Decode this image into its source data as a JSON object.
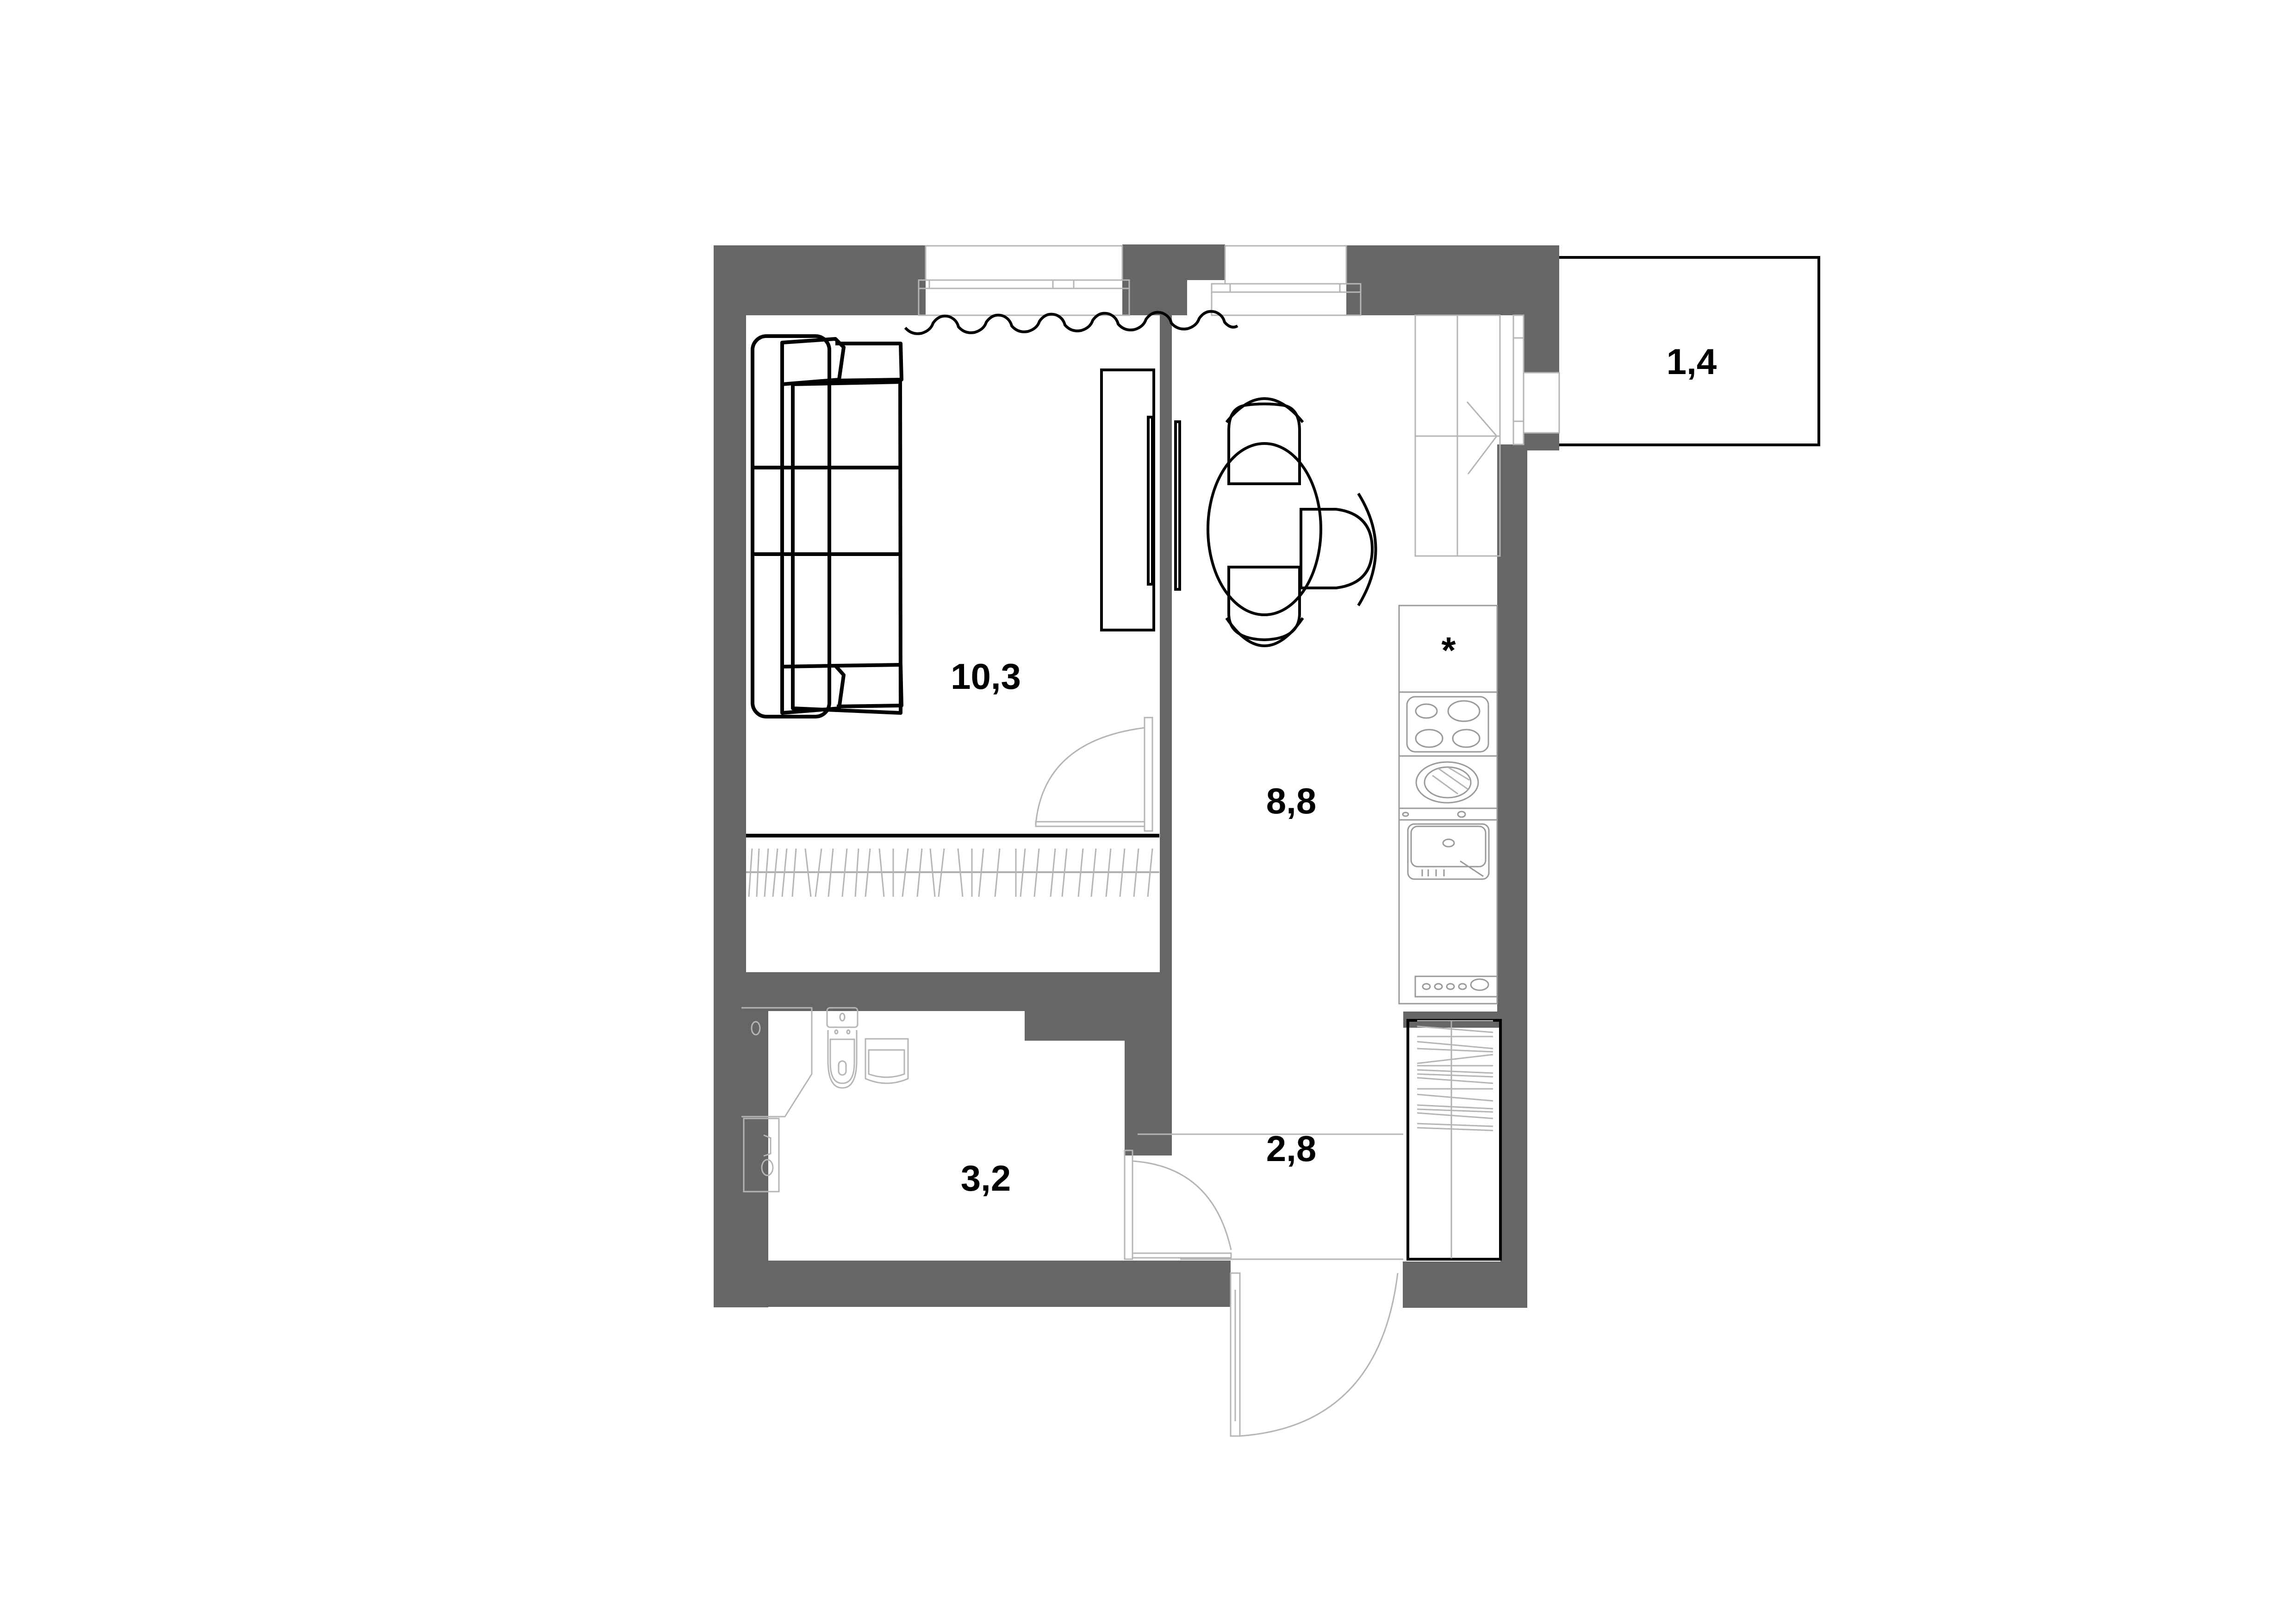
{
  "plan": {
    "type": "apartment-floor-plan",
    "units": "m²",
    "rooms": [
      {
        "id": "living-room",
        "area": "10,3"
      },
      {
        "id": "kitchen",
        "area": "8,8"
      },
      {
        "id": "balcony",
        "area": "1,4"
      },
      {
        "id": "bathroom",
        "area": "3,2"
      },
      {
        "id": "hallway",
        "area": "2,8"
      }
    ],
    "kitchen_marker": "*"
  },
  "colors": {
    "wall": "#666666",
    "background": "#ffffff",
    "furniture_bold": "#000000",
    "fixture_thin": "#9a9a9a"
  }
}
